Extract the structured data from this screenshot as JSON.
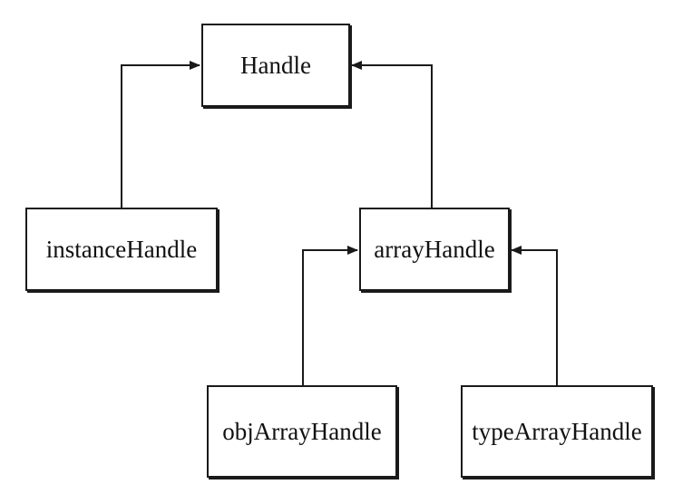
{
  "nodes": {
    "handle": "Handle",
    "instance_handle": "instanceHandle",
    "array_handle": "arrayHandle",
    "obj_array_handle": "objArrayHandle",
    "type_array_handle": "typeArrayHandle"
  },
  "edges": [
    {
      "from": "instance_handle",
      "to": "handle"
    },
    {
      "from": "array_handle",
      "to": "handle"
    },
    {
      "from": "obj_array_handle",
      "to": "array_handle"
    },
    {
      "from": "type_array_handle",
      "to": "array_handle"
    }
  ],
  "colors": {
    "stroke": "#1a1a1a",
    "background": "#ffffff",
    "text": "#111111"
  }
}
